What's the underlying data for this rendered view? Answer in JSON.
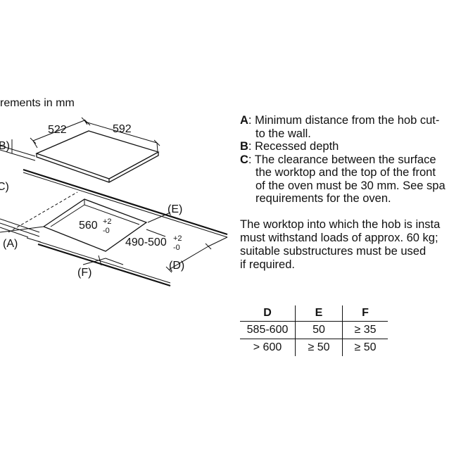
{
  "diagram": {
    "caption": "rements in mm",
    "width_label": "522",
    "depth_label": "592",
    "label_b": "B)",
    "label_c": "C)",
    "label_a": "(A)",
    "label_e": "(E)",
    "label_f": "(F)",
    "label_d": "(D)",
    "cutout_width": "560",
    "cutout_width_tol_plus": "+2",
    "cutout_width_tol_minus": "-0",
    "cutout_depth": "490-500",
    "cutout_depth_tol_plus": "+2",
    "cutout_depth_tol_minus": "-0"
  },
  "notes": {
    "a_key": "A",
    "a_line1": ": Minimum distance from the hob cut-",
    "a_line2": "to the wall.",
    "b_key": "B",
    "b_line1": ": Recessed depth",
    "c_key": "C",
    "c_line1": ": The clearance between the surface",
    "c_line2": "the worktop and the top of the front",
    "c_line3": "of the oven must be 30 mm. See spa",
    "c_line4": "requirements for the oven."
  },
  "paragraph": {
    "line1": "The worktop into which the hob is insta",
    "line2": "must withstand loads of approx. 60 kg;",
    "line3": "suitable substructures must be used",
    "line4": "if required."
  },
  "table": {
    "headers": [
      "D",
      "E",
      "F"
    ],
    "rows": [
      [
        "585-600",
        "50",
        "≥ 35"
      ],
      [
        "> 600",
        "≥ 50",
        "≥ 50"
      ]
    ]
  }
}
